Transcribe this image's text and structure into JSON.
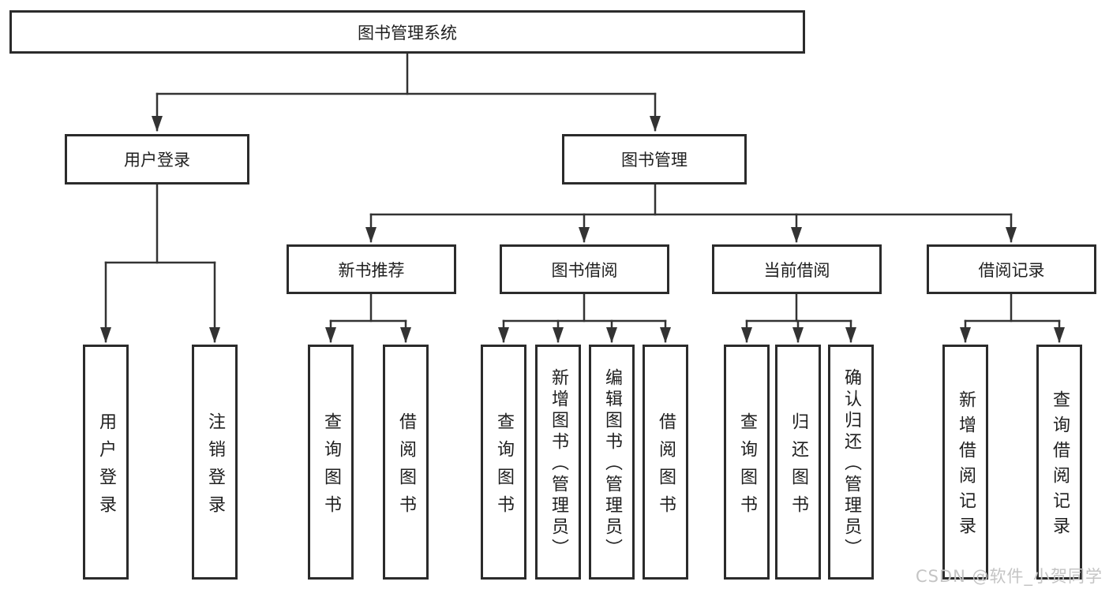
{
  "tree": {
    "root": "图书管理系统",
    "branches": [
      {
        "label": "用户登录",
        "leaves": [
          "用户登录",
          "注销登录"
        ]
      },
      {
        "label": "图书管理",
        "groups": [
          {
            "label": "新书推荐",
            "leaves": [
              "查询图书",
              "借阅图书"
            ]
          },
          {
            "label": "图书借阅",
            "leaves": [
              "查询图书",
              "新增图书（管理员）",
              "编辑图书（管理员）",
              "借阅图书"
            ]
          },
          {
            "label": "当前借阅",
            "leaves": [
              "查询图书",
              "归还图书",
              "确认归还（管理员）"
            ]
          },
          {
            "label": "借阅记录",
            "leaves": [
              "新增借阅记录",
              "查询借阅记录"
            ]
          }
        ]
      }
    ]
  },
  "watermark": "CSDN @软件_小贺同学",
  "colors": {
    "line": "#333333",
    "box_border": "#2b2b2b",
    "text": "#1f1f1f",
    "watermark": "#c4c4c4",
    "background": "#ffffff"
  }
}
